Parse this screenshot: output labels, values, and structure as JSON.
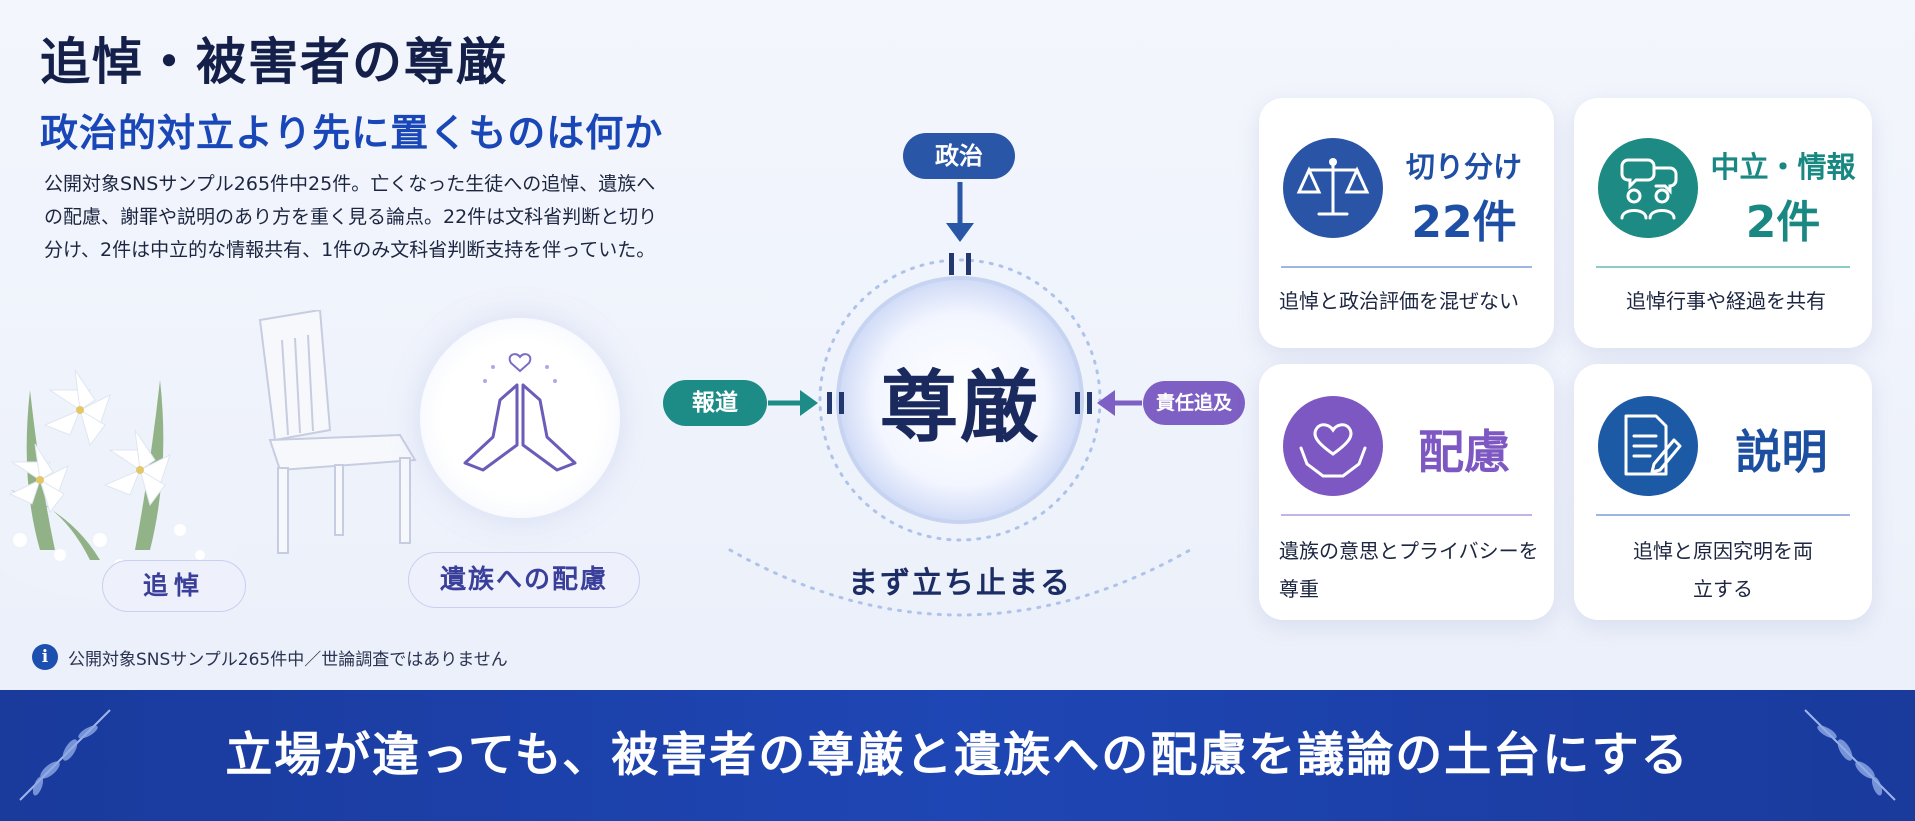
{
  "header": {
    "title": "追悼・被害者の尊厳",
    "subtitle": "政治的対立より先に置くものは何か",
    "description": "公開対象SNSサンプル265件中25件。亡くなった生徒への追悼、遺族への配慮、謝罪や説明のあり方を重く見る論点。22件は文科省判断と切り分け、2件は中立的な情報共有、1件のみ文科省判断支持を伴っていた。"
  },
  "illustration": {
    "tsuito_label": "追悼",
    "izoku_label": "遺族への配慮"
  },
  "note": "公開対象SNSサンプル265件中／世論調査ではありません",
  "diagram": {
    "center": "尊厳",
    "top_label": "政治",
    "left_label": "報道",
    "right_label": "責任追及",
    "bottom_caption": "まず立ち止まる"
  },
  "cards": [
    {
      "heading": "切り分け",
      "count": "22件",
      "body": "追悼と政治評価を混ぜない",
      "color": "#2a55a6",
      "icon": "scales-icon"
    },
    {
      "heading": "中立・情報",
      "count": "2件",
      "body": "追悼行事や経過を共有",
      "color": "#1d8a84",
      "icon": "people-chat-icon"
    },
    {
      "heading": "配慮",
      "count": "",
      "body": "遺族の意思とプライバシーを尊重",
      "color": "#7d58c2",
      "icon": "heart-hands-icon"
    },
    {
      "heading": "説明",
      "count": "",
      "body": "追悼と原因究明を両立する",
      "color": "#1d5aa6",
      "icon": "document-pen-icon"
    }
  ],
  "banner": "立場が違っても、被害者の尊厳と遺族への配慮を議論の土台にする",
  "colors": {
    "navy": "#14204a",
    "blue": "#1a47b8",
    "teal": "#1e8c86",
    "purple": "#7e5fc4",
    "banner": "#1e46b4"
  }
}
